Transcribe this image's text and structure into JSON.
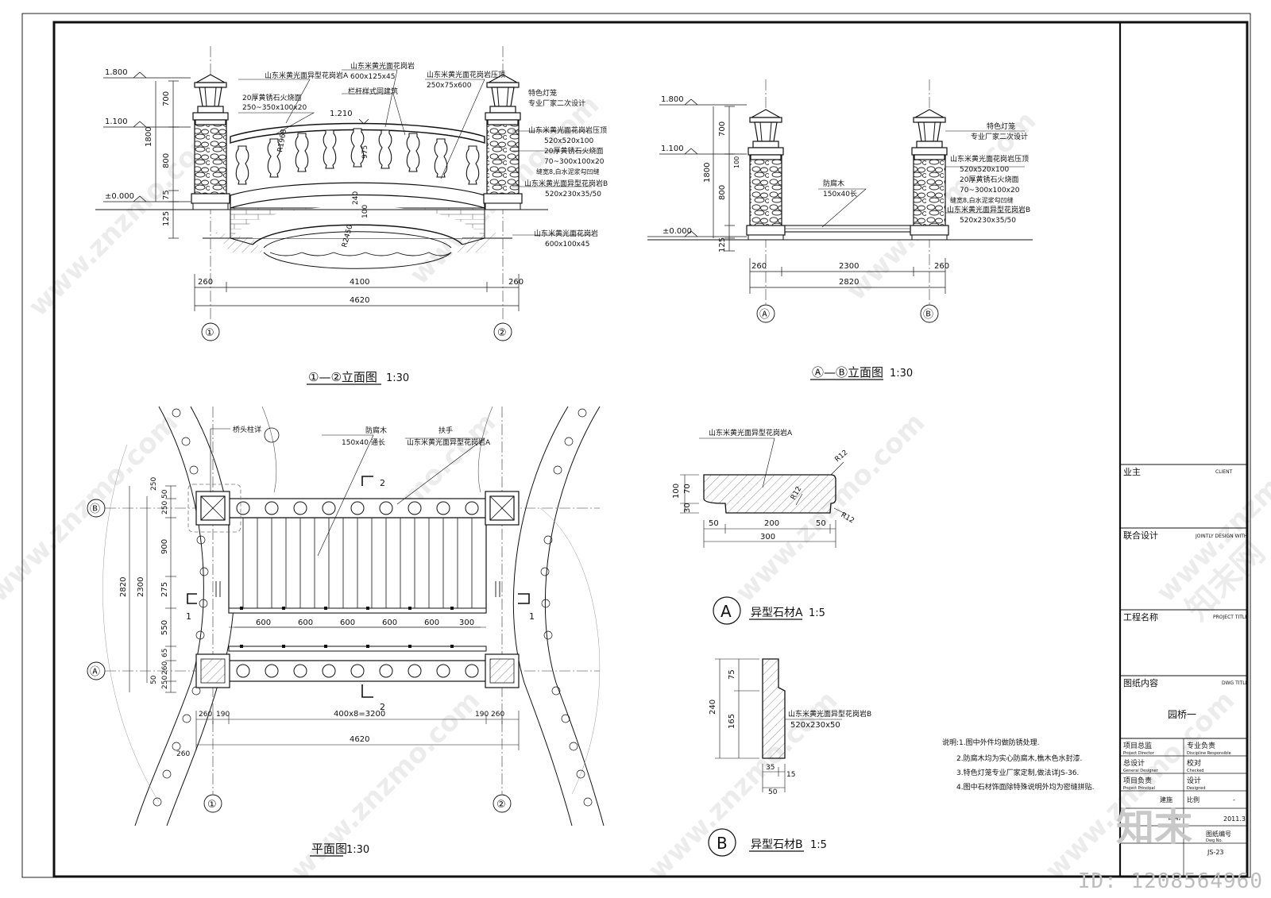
{
  "views": {
    "elev12": {
      "title": "①—②立面图",
      "scale": "1:30",
      "levels": [
        "1.800",
        "1.100",
        "±0.000"
      ],
      "vdims": [
        "700",
        "1800",
        "800",
        "75",
        "125"
      ],
      "inner_dims": [
        "R1968",
        "975",
        "240",
        "100",
        "R2450"
      ],
      "hdims": [
        "260",
        "4100",
        "260",
        "4620"
      ],
      "axes": [
        "①",
        "②"
      ],
      "span": "1.210",
      "notes": [
        "山东米黄光面异型花岗岩A",
        "20厚黄锈石火烧面",
        "250~350x100x20",
        "山东米黄光面花岗岩",
        "600x125x45",
        "栏杆样式同建筑",
        "山东米黄光面花岗岩压顶",
        "250x75x600",
        "特色灯笼",
        "专业厂家二次设计",
        "山东米黄光面花岗岩压顶",
        "520x520x100",
        "20厚黄锈石火烧面",
        "70~300x100x20",
        "缝宽8,白水泥浆勾凹缝",
        "山东米黄光面异型花岗岩B",
        "520x230x35/50",
        "山东米黄光面花岗岩",
        "600x100x45"
      ]
    },
    "elevAB": {
      "title": "Ⓐ—Ⓑ立面图",
      "scale": "1:30",
      "levels": [
        "1.800",
        "1.100",
        "±0.000"
      ],
      "vdims": [
        "700",
        "1800",
        "800",
        "100",
        "125"
      ],
      "hdims": [
        "260",
        "2300",
        "260",
        "2820"
      ],
      "axes": [
        "Ⓐ",
        "Ⓑ"
      ],
      "notes": [
        "防腐木",
        "150x40长",
        "特色灯笼",
        "专业厂家二次设计",
        "山东米黄光面花岗岩压顶",
        "520x520x100",
        "20厚黄锈石火烧面",
        "70~300x100x20",
        "缝宽8,白水泥浆勾凹缝",
        "山东米黄光面异型花岗岩B",
        "520x230x35/50"
      ]
    },
    "plan": {
      "title": "平面图",
      "scale": "1:30",
      "notes": [
        "桥头柱详",
        "防腐木",
        "150x40  通长",
        "扶手",
        "山东米黄光面异型花岗岩A"
      ],
      "axes": [
        "Ⓑ",
        "Ⓐ",
        "①",
        "②"
      ],
      "section_marks": [
        "1",
        "1",
        "2",
        "2"
      ],
      "vdims": [
        "50",
        "250",
        "250",
        "900",
        "275",
        "550",
        "65",
        "260",
        "250",
        "2820",
        "2300",
        "50"
      ],
      "plank_dims": [
        "600",
        "600",
        "600",
        "600",
        "600",
        "300"
      ],
      "hdims": [
        "260",
        "190",
        "400x8=3200",
        "190",
        "260",
        "4620",
        "260"
      ]
    },
    "detailA": {
      "title": "异型石材A",
      "scale": "1:5",
      "marker": "A",
      "note": "山东米黄光面异型花岗岩A",
      "dims": [
        "100",
        "70",
        "30",
        "50",
        "200",
        "50",
        "300"
      ],
      "radii": [
        "R12",
        "R12",
        "R12"
      ]
    },
    "detailB": {
      "title": "异型石材B",
      "scale": "1:5",
      "marker": "B",
      "note": "山东米黄光面异型花岗岩B",
      "note2": "520x230x50",
      "dims": [
        "75",
        "240",
        "165",
        "35",
        "15",
        "50"
      ]
    }
  },
  "notes": {
    "items": [
      "说明:1.图中外件均做防锈处理.",
      "2.防腐木均为实心防腐木,樵木色水封漆.",
      "3.特色灯笼专业厂家定制,做法详JS-36.",
      "4.图中石材饰面除特殊说明外均为密缝拼贴."
    ]
  },
  "title_block": {
    "client_cn": "业主",
    "client_en": "CLIENT",
    "joint_cn": "联合设计",
    "joint_en": "JOINTLY DESIGN WITH",
    "project_cn": "工程名称",
    "project_en": "PROJECT TITLE",
    "dwg_cn": "图纸内容",
    "dwg_en": "DWG TITLE",
    "dwg_name": "园桥一",
    "rows": [
      {
        "cn": "项目总监",
        "en": "Project Director",
        "cn2": "专业负责",
        "en2": "Discipline Responsible"
      },
      {
        "cn": "总设计",
        "en": "General Designer",
        "cn2": "校对",
        "en2": "Checked"
      },
      {
        "cn": "项目负责",
        "en": "Project Principal",
        "cn2": "设计",
        "en2": "Designed"
      }
    ],
    "extra": [
      "建施",
      "比例",
      "-",
      "日期",
      "2011.3",
      "图纸编号",
      "Dwg No.",
      "JS-23"
    ]
  },
  "watermark": {
    "text": "www.znzmo.com",
    "brand": "知末网",
    "logo": "知末",
    "id": "ID: 1208564960"
  }
}
